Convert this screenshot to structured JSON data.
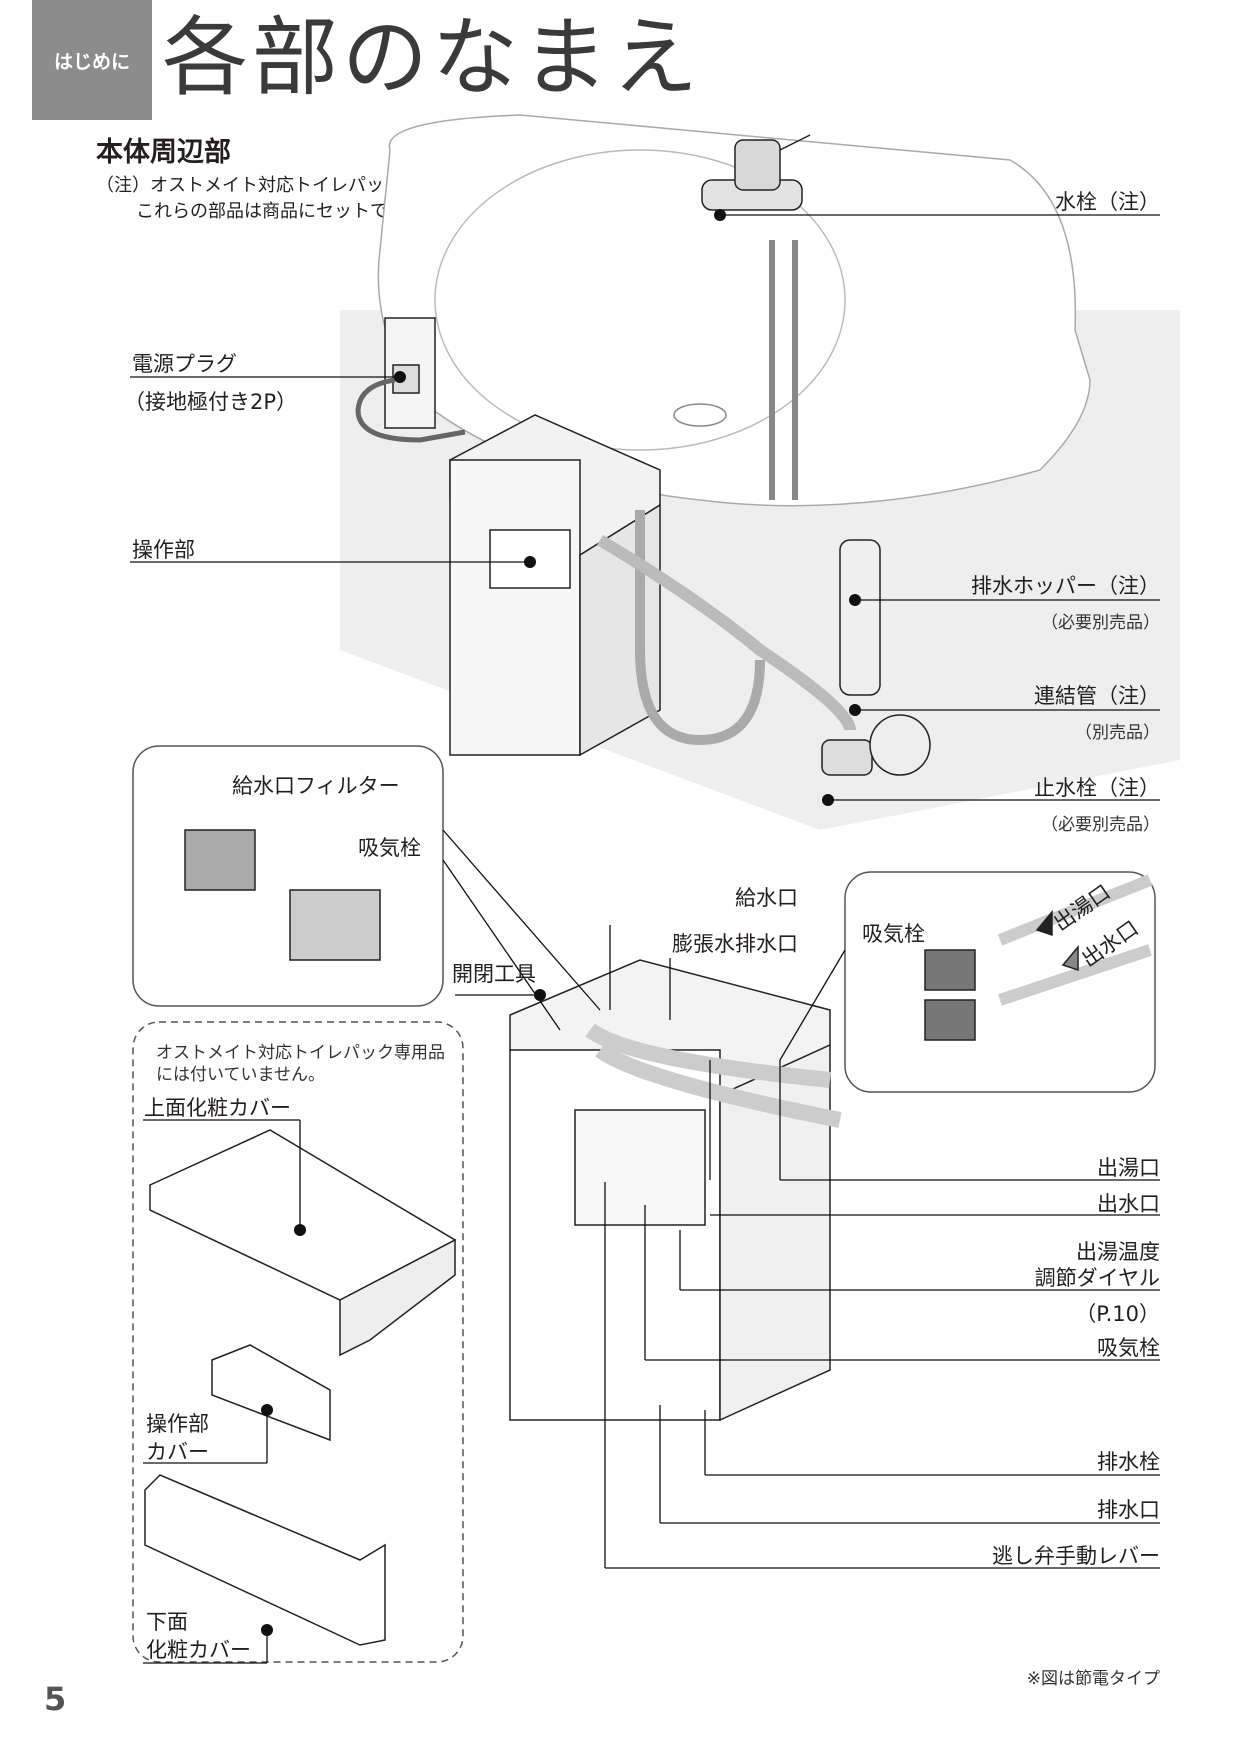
{
  "header": {
    "tag": "はじめに",
    "title": "各部のなまえ"
  },
  "section": {
    "heading": "本体周辺部",
    "note_line1": "（注）オストメイト対応トイレパック専用品には、",
    "note_line2": "これらの部品は商品にセットで同梱されています。"
  },
  "labels": {
    "faucet": "水栓（注）",
    "plug": "電源プラグ",
    "plug_sub": "（接地極付き2P）",
    "control": "操作部",
    "hopper": "排水ホッパー（注）",
    "hopper_sub": "（必要別売品）",
    "connecting_pipe": "連結管（注）",
    "connecting_pipe_sub": "（別売品）",
    "stop_valve": "止水栓（注）",
    "stop_valve_sub": "（必要別売品）",
    "inlet_filter": "給水口フィルター",
    "air_valve_inset": "吸気栓",
    "water_inlet": "給水口",
    "expansion_drain": "膨張水排水口",
    "open_tool": "開閉工具",
    "air_valve_inset2": "吸気栓",
    "hot_outlet_arrow": "出湯口",
    "water_outlet_arrow": "出水口",
    "ostomate_note1": "オストメイト対応トイレパック専用品",
    "ostomate_note2": "には付いていません。",
    "top_cover": "上面化粧カバー",
    "control_cover1": "操作部",
    "control_cover2": "カバー",
    "bottom_cover1": "下面",
    "bottom_cover2": "化粧カバー",
    "hot_outlet": "出湯口",
    "water_outlet": "出水口",
    "temp_dial1": "出湯温度",
    "temp_dial2": "調節ダイヤル",
    "temp_dial_page": "（P.10）",
    "air_valve": "吸気栓",
    "drain_valve": "排水栓",
    "drain_port": "排水口",
    "relief_lever": "逃し弁手動レバー",
    "footnote": "※図は節電タイプ"
  },
  "page_number": "5"
}
